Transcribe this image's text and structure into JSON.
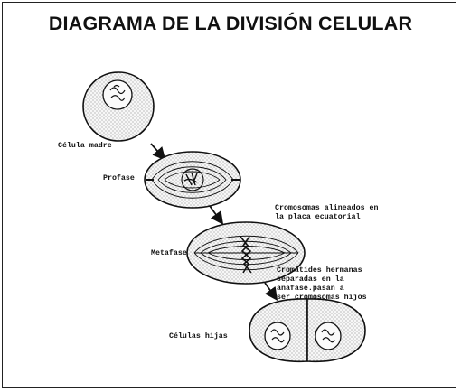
{
  "title": "DIAGRAMA DE LA DIVISIÓN CELULAR",
  "labels": {
    "celula_madre": "Célula madre",
    "profase": "Profase",
    "cromosomas_alineados": "Cromosomas alineados en\nla placa ecuatorial",
    "metafase": "Metafase",
    "cromatides": "Cromátides hermanas\nseparadas en la\nanafase.pasan a\nser cromosomas hijos",
    "celulas_hijas": "Células hijas"
  }
}
